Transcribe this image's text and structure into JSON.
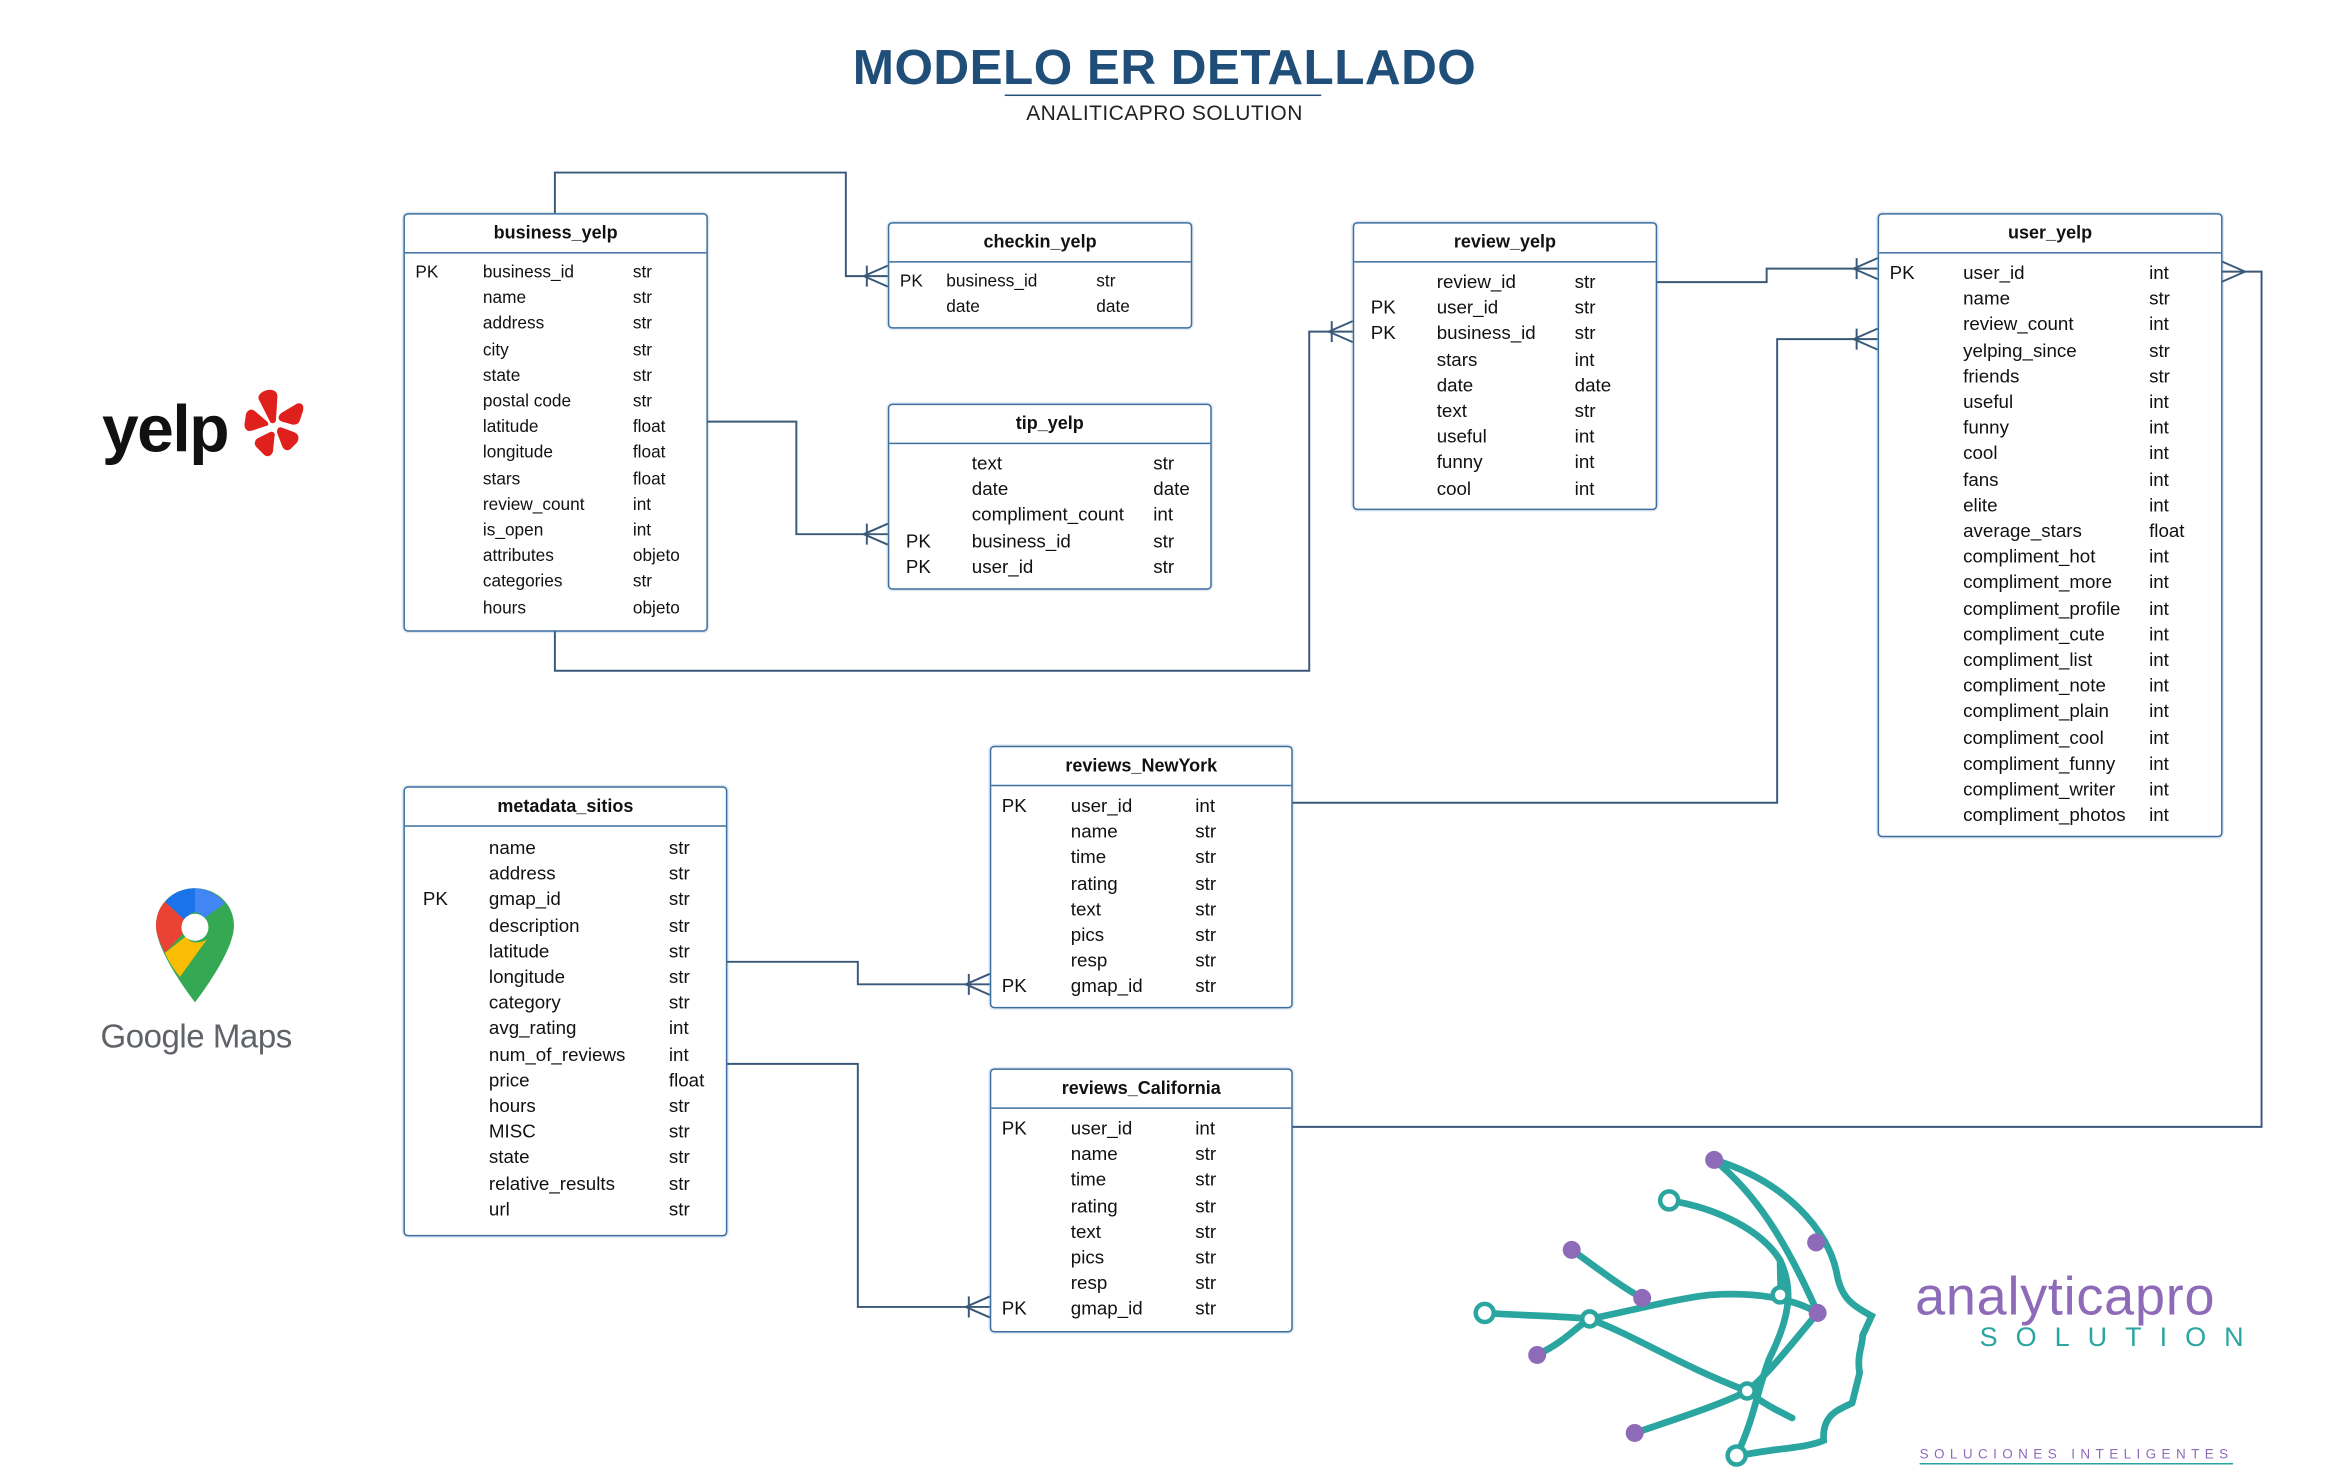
{
  "header": {
    "title": "MODELO ER DETALLADO",
    "subtitle": "ANALITICAPRO SOLUTION"
  },
  "brands": {
    "yelp": "yelp",
    "google_maps": "Google Maps",
    "analyticapro": "analyticapro",
    "solution": "SOLUTION",
    "tagline": "SOLUCIONES INTELIGENTES"
  },
  "colors": {
    "title": "#1f4e79",
    "entity_border": "#3c6fa0",
    "connector": "#3a5878",
    "brand_purple": "#8e6bb8",
    "brand_teal": "#2aa5a0",
    "yelp_red": "#e0201c"
  },
  "entities": {
    "business_yelp": {
      "title": "business_yelp",
      "rows": [
        {
          "key": "PK",
          "name": "business_id",
          "type": "str"
        },
        {
          "key": "",
          "name": "name",
          "type": "str"
        },
        {
          "key": "",
          "name": "address",
          "type": "str"
        },
        {
          "key": "",
          "name": "city",
          "type": "str"
        },
        {
          "key": "",
          "name": "state",
          "type": "str"
        },
        {
          "key": "",
          "name": "postal code",
          "type": "str"
        },
        {
          "key": "",
          "name": "latitude",
          "type": "float"
        },
        {
          "key": "",
          "name": "longitude",
          "type": "float"
        },
        {
          "key": "",
          "name": "stars",
          "type": "float"
        },
        {
          "key": "",
          "name": "review_count",
          "type": "int"
        },
        {
          "key": "",
          "name": "is_open",
          "type": "int"
        },
        {
          "key": "",
          "name": "attributes",
          "type": "objeto"
        },
        {
          "key": "",
          "name": "categories",
          "type": "str"
        },
        {
          "key": "",
          "name": "hours",
          "type": "objeto"
        }
      ]
    },
    "checkin_yelp": {
      "title": "checkin_yelp",
      "rows": [
        {
          "key": "PK",
          "name": "business_id",
          "type": "str"
        },
        {
          "key": "",
          "name": "date",
          "type": "date"
        }
      ]
    },
    "tip_yelp": {
      "title": "tip_yelp",
      "rows": [
        {
          "key": "",
          "name": "text",
          "type": "str"
        },
        {
          "key": "",
          "name": "date",
          "type": "date"
        },
        {
          "key": "",
          "name": "compliment_count",
          "type": "int"
        },
        {
          "key": "PK",
          "name": "business_id",
          "type": "str"
        },
        {
          "key": "PK",
          "name": "user_id",
          "type": "str"
        }
      ]
    },
    "review_yelp": {
      "title": "review_yelp",
      "rows": [
        {
          "key": "",
          "name": "review_id",
          "type": "str"
        },
        {
          "key": "PK",
          "name": "user_id",
          "type": "str"
        },
        {
          "key": "PK",
          "name": "business_id",
          "type": "str"
        },
        {
          "key": "",
          "name": "stars",
          "type": "int"
        },
        {
          "key": "",
          "name": "date",
          "type": "date"
        },
        {
          "key": "",
          "name": "text",
          "type": "str"
        },
        {
          "key": "",
          "name": "useful",
          "type": "int"
        },
        {
          "key": "",
          "name": "funny",
          "type": "int"
        },
        {
          "key": "",
          "name": "cool",
          "type": "int"
        }
      ]
    },
    "user_yelp": {
      "title": "user_yelp",
      "rows": [
        {
          "key": "PK",
          "name": "user_id",
          "type": "int"
        },
        {
          "key": "",
          "name": "name",
          "type": "str"
        },
        {
          "key": "",
          "name": "review_count",
          "type": "int"
        },
        {
          "key": "",
          "name": "yelping_since",
          "type": "str"
        },
        {
          "key": "",
          "name": "friends",
          "type": "str"
        },
        {
          "key": "",
          "name": "useful",
          "type": "int"
        },
        {
          "key": "",
          "name": "funny",
          "type": "int"
        },
        {
          "key": "",
          "name": "cool",
          "type": "int"
        },
        {
          "key": "",
          "name": "fans",
          "type": "int"
        },
        {
          "key": "",
          "name": "elite",
          "type": "int"
        },
        {
          "key": "",
          "name": "average_stars",
          "type": "float"
        },
        {
          "key": "",
          "name": "compliment_hot",
          "type": "int"
        },
        {
          "key": "",
          "name": "compliment_more",
          "type": "int"
        },
        {
          "key": "",
          "name": "compliment_profile",
          "type": "int"
        },
        {
          "key": "",
          "name": "compliment_cute",
          "type": "int"
        },
        {
          "key": "",
          "name": "compliment_list",
          "type": "int"
        },
        {
          "key": "",
          "name": "compliment_note",
          "type": "int"
        },
        {
          "key": "",
          "name": "compliment_plain",
          "type": "int"
        },
        {
          "key": "",
          "name": "compliment_cool",
          "type": "int"
        },
        {
          "key": "",
          "name": "compliment_funny",
          "type": "int"
        },
        {
          "key": "",
          "name": "compliment_writer",
          "type": "int"
        },
        {
          "key": "",
          "name": "compliment_photos",
          "type": "int"
        }
      ]
    },
    "metadata_sitios": {
      "title": "metadata_sitios",
      "rows": [
        {
          "key": "",
          "name": "name",
          "type": "str"
        },
        {
          "key": "",
          "name": "address",
          "type": "str"
        },
        {
          "key": "PK",
          "name": "gmap_id",
          "type": "str"
        },
        {
          "key": "",
          "name": "description",
          "type": "str"
        },
        {
          "key": "",
          "name": "latitude",
          "type": "str"
        },
        {
          "key": "",
          "name": "longitude",
          "type": "str"
        },
        {
          "key": "",
          "name": "category",
          "type": "str"
        },
        {
          "key": "",
          "name": "avg_rating",
          "type": "int"
        },
        {
          "key": "",
          "name": "num_of_reviews",
          "type": "int"
        },
        {
          "key": "",
          "name": "price",
          "type": "float"
        },
        {
          "key": "",
          "name": "hours",
          "type": "str"
        },
        {
          "key": "",
          "name": "MISC",
          "type": "str"
        },
        {
          "key": "",
          "name": "state",
          "type": "str"
        },
        {
          "key": "",
          "name": "relative_results",
          "type": "str"
        },
        {
          "key": "",
          "name": "url",
          "type": "str"
        }
      ]
    },
    "reviews_NewYork": {
      "title": "reviews_NewYork",
      "rows": [
        {
          "key": "PK",
          "name": "user_id",
          "type": "int"
        },
        {
          "key": "",
          "name": "name",
          "type": "str"
        },
        {
          "key": "",
          "name": "time",
          "type": "str"
        },
        {
          "key": "",
          "name": "rating",
          "type": "str"
        },
        {
          "key": "",
          "name": "text",
          "type": "str"
        },
        {
          "key": "",
          "name": "pics",
          "type": "str"
        },
        {
          "key": "",
          "name": "resp",
          "type": "str"
        },
        {
          "key": "PK",
          "name": "gmap_id",
          "type": "str"
        }
      ]
    },
    "reviews_California": {
      "title": "reviews_California",
      "rows": [
        {
          "key": "PK",
          "name": "user_id",
          "type": "int"
        },
        {
          "key": "",
          "name": "name",
          "type": "str"
        },
        {
          "key": "",
          "name": "time",
          "type": "str"
        },
        {
          "key": "",
          "name": "rating",
          "type": "str"
        },
        {
          "key": "",
          "name": "text",
          "type": "str"
        },
        {
          "key": "",
          "name": "pics",
          "type": "str"
        },
        {
          "key": "",
          "name": "resp",
          "type": "str"
        },
        {
          "key": "PK",
          "name": "gmap_id",
          "type": "str"
        }
      ]
    }
  }
}
